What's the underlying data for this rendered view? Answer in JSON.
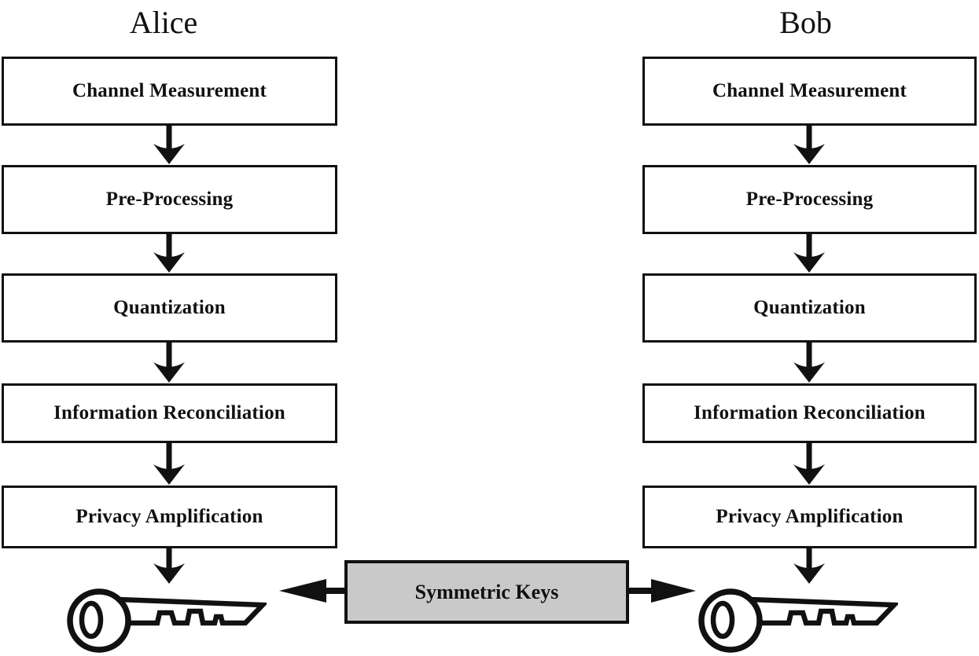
{
  "diagram": {
    "left_column": {
      "title": "Alice"
    },
    "right_column": {
      "title": "Bob"
    },
    "steps": [
      "Channel Measurement",
      "Pre-Processing",
      "Quantization",
      "Information Reconciliation",
      "Privacy Amplification"
    ],
    "center_label": "Symmetric Keys",
    "colors": {
      "background": "#ffffff",
      "line": "#111111",
      "step_box_fill": "#ffffff",
      "center_box_fill": "#c9c9c9",
      "text": "#111111"
    }
  }
}
